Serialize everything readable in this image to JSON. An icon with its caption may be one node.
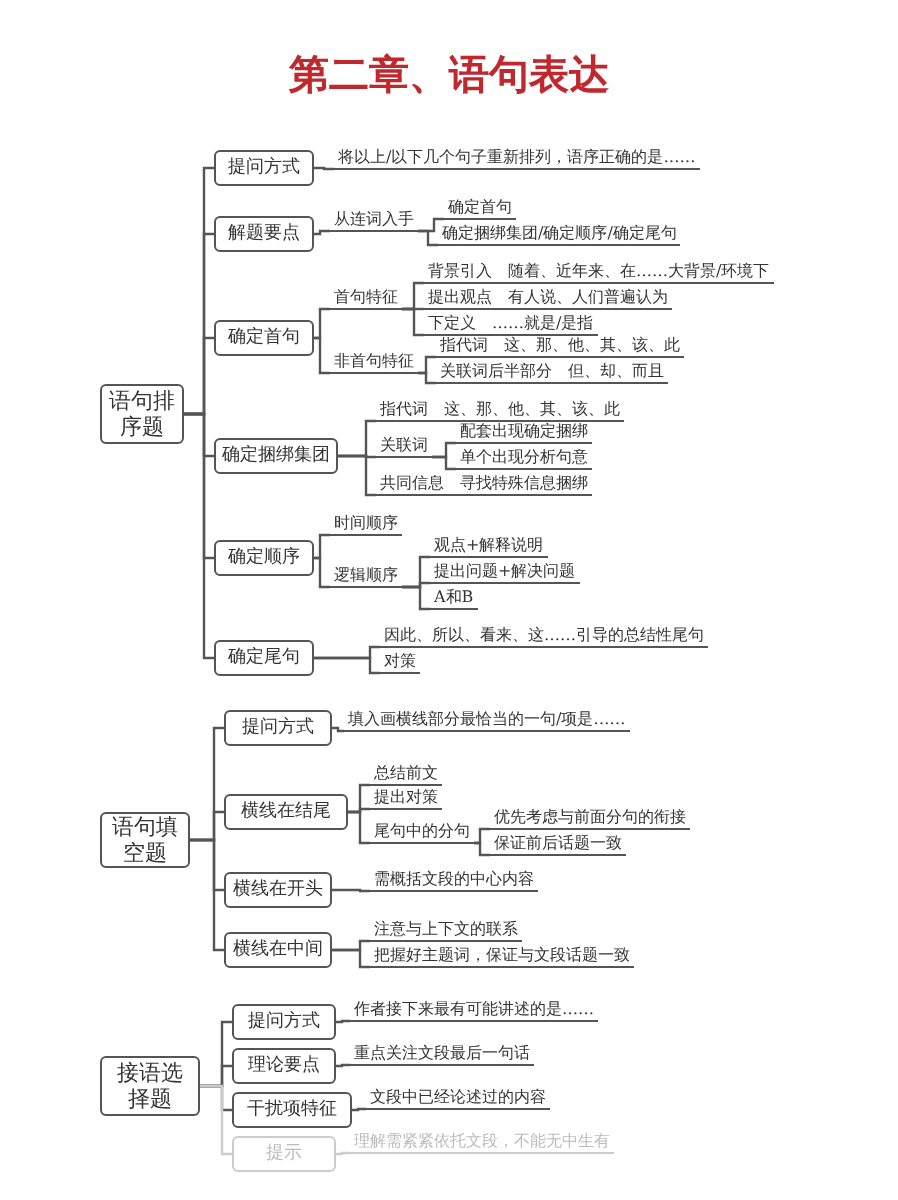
{
  "diagram": {
    "title": "第二章、语句表达",
    "nodes": [
      {
        "text": [
          "语句排序题"
        ]
      },
      {
        "text": [
          "提问方式"
        ]
      },
      {
        "text": [
          "将以上/以下几个句子重新排列，语序正确的是……"
        ]
      },
      {
        "text": [
          "解题要点"
        ]
      },
      {
        "text": [
          "从连词入手"
        ]
      },
      {
        "text": [
          "确定首句"
        ]
      },
      {
        "text": [
          "确定捆绑集团/确定顺序/确定尾句"
        ]
      },
      {
        "text": [
          "确定首句"
        ]
      },
      {
        "text": [
          "首句特征"
        ]
      },
      {
        "text": [
          "背景引入　随着、近年来、在……大背景/环境下"
        ]
      },
      {
        "text": [
          "提出观点　有人说、人们普遍认为"
        ]
      },
      {
        "text": [
          "下定义　……就是/是指"
        ]
      },
      {
        "text": [
          "非首句特征"
        ]
      },
      {
        "text": [
          "指代词　这、那、他、其、该、此"
        ]
      },
      {
        "text": [
          "关联词后半部分　但、却、而且"
        ]
      },
      {
        "text": [
          "确定捆绑集团"
        ]
      },
      {
        "text": [
          "指代词　这、那、他、其、该、此"
        ]
      },
      {
        "text": [
          "关联词"
        ]
      },
      {
        "text": [
          "配套出现确定捆绑"
        ]
      },
      {
        "text": [
          "单个出现分析句意"
        ]
      },
      {
        "text": [
          "共同信息　寻找特殊信息捆绑"
        ]
      },
      {
        "text": [
          "确定顺序"
        ]
      },
      {
        "text": [
          "时间顺序"
        ]
      },
      {
        "text": [
          "逻辑顺序"
        ]
      },
      {
        "text": [
          "观点+解释说明"
        ]
      },
      {
        "text": [
          "提出问题+解决问题"
        ]
      },
      {
        "text": [
          "A和B"
        ]
      },
      {
        "text": [
          "确定尾句"
        ]
      },
      {
        "text": [
          "因此、所以、看来、这……引导的总结性尾句"
        ]
      },
      {
        "text": [
          "对策"
        ]
      },
      {
        "text": [
          "语句填空题"
        ]
      },
      {
        "text": [
          "提问方式"
        ]
      },
      {
        "text": [
          "填入画横线部分最恰当的一句/项是……"
        ]
      },
      {
        "text": [
          "横线在结尾"
        ]
      },
      {
        "text": [
          "总结前文"
        ]
      },
      {
        "text": [
          "提出对策"
        ]
      },
      {
        "text": [
          "尾句中的分句"
        ]
      },
      {
        "text": [
          "优先考虑与前面分句的衔接"
        ]
      },
      {
        "text": [
          "保证前后话题一致"
        ]
      },
      {
        "text": [
          "横线在开头"
        ]
      },
      {
        "text": [
          "需概括文段的中心内容"
        ]
      },
      {
        "text": [
          "横线在中间"
        ]
      },
      {
        "text": [
          "注意与上下文的联系"
        ]
      },
      {
        "text": [
          "把握好主题词，保证与文段话题一致"
        ]
      },
      {
        "text": [
          "接语选择题"
        ]
      },
      {
        "text": [
          "提问方式"
        ]
      },
      {
        "text": [
          "作者接下来最有可能讲述的是……"
        ]
      },
      {
        "text": [
          "理论要点"
        ]
      },
      {
        "text": [
          "重点关注文段最后一句话"
        ]
      },
      {
        "text": [
          "干扰项特征"
        ]
      },
      {
        "text": [
          "文段中已经论述过的内容"
        ]
      },
      {
        "text": [
          "提示"
        ]
      },
      {
        "text": [
          "理解需紧紧依托文段，不能无中生有"
        ]
      }
    ],
    "edges": [
      {
        "from": 0,
        "to": 1,
        "arrow": "none"
      },
      {
        "from": 1,
        "to": 2,
        "arrow": "none"
      },
      {
        "from": 0,
        "to": 3,
        "arrow": "none"
      },
      {
        "from": 3,
        "to": 4,
        "arrow": "none"
      },
      {
        "from": 4,
        "to": 5,
        "arrow": "none"
      },
      {
        "from": 4,
        "to": 6,
        "arrow": "none"
      },
      {
        "from": 0,
        "to": 7,
        "arrow": "none"
      },
      {
        "from": 7,
        "to": 8,
        "arrow": "none"
      },
      {
        "from": 8,
        "to": 9,
        "arrow": "none"
      },
      {
        "from": 8,
        "to": 10,
        "arrow": "none"
      },
      {
        "from": 8,
        "to": 11,
        "arrow": "none"
      },
      {
        "from": 7,
        "to": 12,
        "arrow": "none"
      },
      {
        "from": 12,
        "to": 13,
        "arrow": "none"
      },
      {
        "from": 12,
        "to": 14,
        "arrow": "none"
      },
      {
        "from": 0,
        "to": 15,
        "arrow": "none"
      },
      {
        "from": 15,
        "to": 16,
        "arrow": "none"
      },
      {
        "from": 15,
        "to": 17,
        "arrow": "none"
      },
      {
        "from": 17,
        "to": 18,
        "arrow": "none"
      },
      {
        "from": 17,
        "to": 19,
        "arrow": "none"
      },
      {
        "from": 15,
        "to": 20,
        "arrow": "none"
      },
      {
        "from": 0,
        "to": 21,
        "arrow": "none"
      },
      {
        "from": 21,
        "to": 22,
        "arrow": "none"
      },
      {
        "from": 21,
        "to": 23,
        "arrow": "none"
      },
      {
        "from": 23,
        "to": 24,
        "arrow": "none"
      },
      {
        "from": 23,
        "to": 25,
        "arrow": "none"
      },
      {
        "from": 23,
        "to": 26,
        "arrow": "none"
      },
      {
        "from": 0,
        "to": 27,
        "arrow": "none"
      },
      {
        "from": 27,
        "to": 28,
        "arrow": "none"
      },
      {
        "from": 27,
        "to": 29,
        "arrow": "none"
      },
      {
        "from": 30,
        "to": 31,
        "arrow": "none"
      },
      {
        "from": 31,
        "to": 32,
        "arrow": "none"
      },
      {
        "from": 30,
        "to": 33,
        "arrow": "none"
      },
      {
        "from": 33,
        "to": 34,
        "arrow": "none"
      },
      {
        "from": 33,
        "to": 35,
        "arrow": "none"
      },
      {
        "from": 33,
        "to": 36,
        "arrow": "none"
      },
      {
        "from": 36,
        "to": 37,
        "arrow": "none"
      },
      {
        "from": 36,
        "to": 38,
        "arrow": "none"
      },
      {
        "from": 30,
        "to": 39,
        "arrow": "none"
      },
      {
        "from": 39,
        "to": 40,
        "arrow": "none"
      },
      {
        "from": 30,
        "to": 41,
        "arrow": "none"
      },
      {
        "from": 41,
        "to": 42,
        "arrow": "none"
      },
      {
        "from": 41,
        "to": 43,
        "arrow": "none"
      },
      {
        "from": 44,
        "to": 45,
        "arrow": "none"
      },
      {
        "from": 45,
        "to": 46,
        "arrow": "none"
      },
      {
        "from": 44,
        "to": 47,
        "arrow": "none"
      },
      {
        "from": 47,
        "to": 48,
        "arrow": "none"
      },
      {
        "from": 44,
        "to": 49,
        "arrow": "none"
      },
      {
        "from": 49,
        "to": 50,
        "arrow": "none"
      },
      {
        "from": 44,
        "to": 51,
        "arrow": "none",
        "color": "#cccccc"
      },
      {
        "from": 51,
        "to": 52,
        "arrow": "none",
        "color": "#cccccc"
      }
    ]
  }
}
